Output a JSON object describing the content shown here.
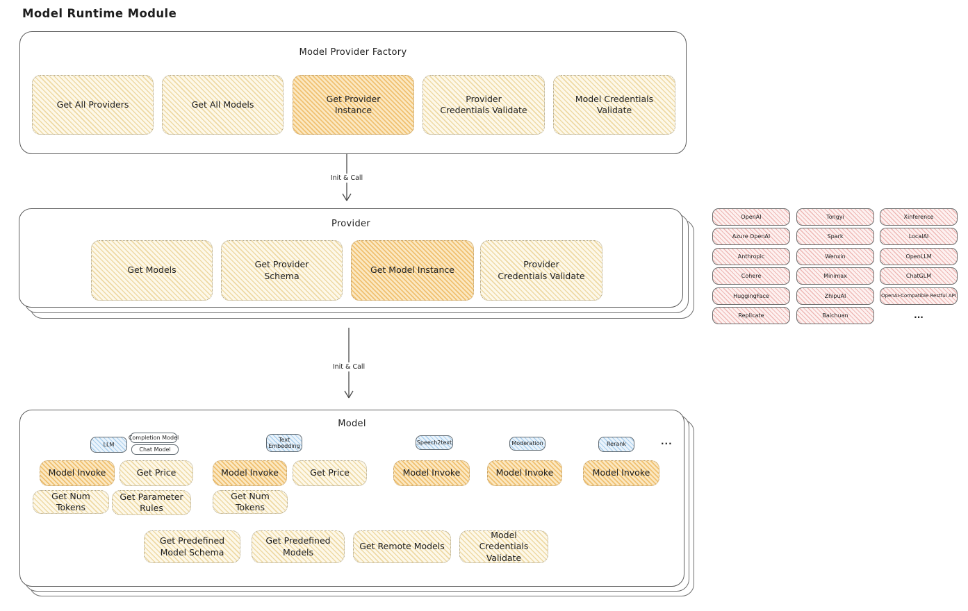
{
  "title": "Model Runtime Module",
  "colors": {
    "border": "#5b5b5b",
    "text": "#1d1d1d",
    "yellow_fill": "#fdf8e9",
    "yellow_stripe": "#eed9a4",
    "orange_fill": "#fbe8c2",
    "orange_stripe": "#f0c070",
    "blue_fill": "#eaf3fb",
    "blue_stripe": "#aacfec",
    "pink_fill": "#fdf1f0",
    "pink_stripe": "#eeb7b4"
  },
  "arrow_label": "Init & Call",
  "factory": {
    "title": "Model Provider Factory",
    "buttons": [
      "Get All Providers",
      "Get All Models",
      "Get Provider Instance",
      "Provider Credentials Validate",
      "Model Credentials Validate"
    ]
  },
  "provider": {
    "title": "Provider",
    "buttons": [
      "Get Models",
      "Get Provider Schema",
      "Get Model Instance",
      "Provider Credentials Validate"
    ]
  },
  "provider_catalog": {
    "columns": [
      [
        "OpenAI",
        "Azure OpenAI",
        "Anthropic",
        "Cohere",
        "HuggingFace",
        "Replicate"
      ],
      [
        "Tongyi",
        "Spark",
        "Wenxin",
        "Minimax",
        "ZhipuAI",
        "Baichuan"
      ],
      [
        "Xinference",
        "LocalAI",
        "OpenLLM",
        "ChatGLM",
        "OpenAI-Compatible Restful API"
      ]
    ],
    "more": "..."
  },
  "model": {
    "title": "Model",
    "tags": {
      "llm": "LLM",
      "completion_model": "Completion Model",
      "chat_model": "Chat Model",
      "text_embedding": "Text Embedding",
      "speech2text": "Speech2text",
      "moderation": "Moderation",
      "rerank": "Rerank"
    },
    "more": "...",
    "actions": {
      "model_invoke": "Model Invoke",
      "get_price": "Get Price",
      "get_num_tokens": "Get Num Tokens",
      "get_parameter_rules": "Get Parameter Rules",
      "get_predefined_model_schema": "Get Predefined Model Schema",
      "get_predefined_models": "Get Predefined Models",
      "get_remote_models": "Get Remote Models",
      "model_credentials_validate": "Model Credentials Validate"
    }
  }
}
